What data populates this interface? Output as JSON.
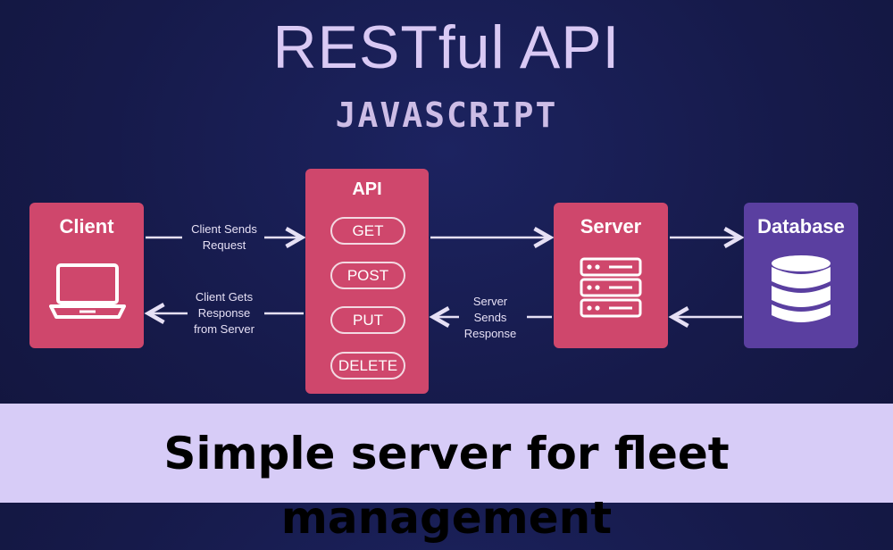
{
  "title": "RESTful API",
  "subtitle": "JAVASCRIPT",
  "nodes": {
    "client": {
      "label": "Client",
      "icon": "laptop-icon"
    },
    "api": {
      "label": "API",
      "methods": [
        "GET",
        "POST",
        "PUT",
        "DELETE"
      ]
    },
    "server": {
      "label": "Server",
      "icon": "server-rack-icon"
    },
    "database": {
      "label": "Database",
      "icon": "database-icon"
    }
  },
  "edges": {
    "client_to_api": {
      "label_lines": [
        "Client Sends",
        "Request"
      ]
    },
    "api_to_client": {
      "label_lines": [
        "Client Gets",
        "Response",
        "from Server"
      ]
    },
    "server_to_api": {
      "label_lines": [
        "Server",
        "Sends",
        "Response"
      ]
    }
  },
  "colors": {
    "background": "#161a4a",
    "node_pink": "#cf476c",
    "node_purple": "#5a3fa0",
    "banner": "#d7ccf7",
    "title": "#d9c9f4"
  },
  "banner_text": "Simple server for fleet management"
}
